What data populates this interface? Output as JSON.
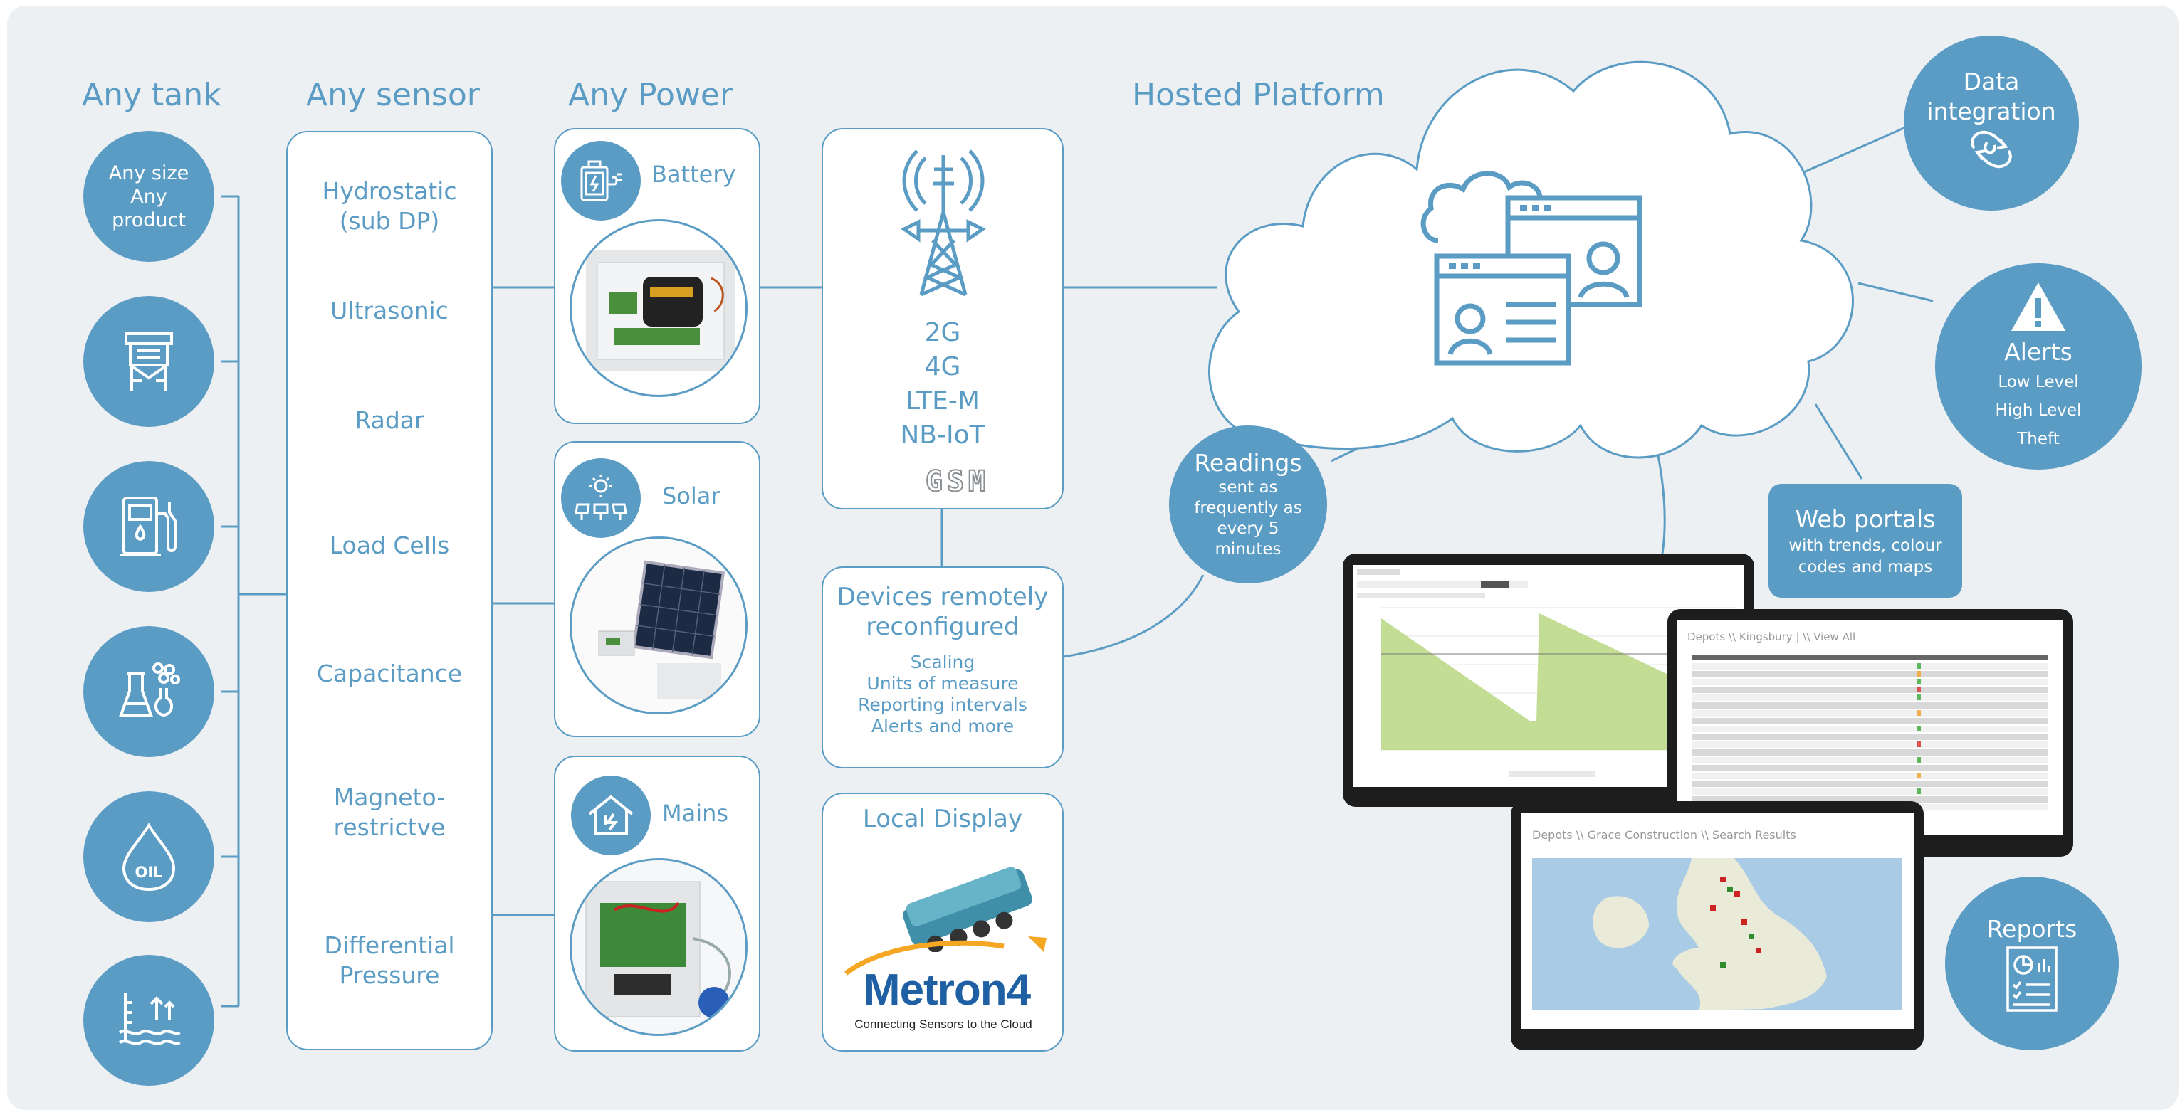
{
  "headings": {
    "any_tank": "Any tank",
    "any_sensor": "Any sensor",
    "any_power": "Any Power",
    "hosted_platform": "Hosted Platform"
  },
  "tanks": {
    "first_lines": [
      "Any size",
      "Any",
      "product"
    ],
    "icons": [
      "tank-size-icon",
      "storage-tank-icon",
      "fuel-pump-icon",
      "chemical-flask-icon",
      "oil-drop-icon",
      "water-level-icon"
    ],
    "oil_label": "OIL"
  },
  "sensors": [
    [
      "Hydrostatic",
      "(sub DP)"
    ],
    [
      "Ultrasonic"
    ],
    [
      "Radar"
    ],
    [
      "Load Cells"
    ],
    [
      "Capacitance"
    ],
    [
      "Magneto-",
      "restrictve"
    ],
    [
      "Differential",
      "Pressure"
    ]
  ],
  "power": {
    "battery": "Battery",
    "solar": "Solar",
    "mains": "Mains"
  },
  "network": {
    "lines": [
      "2G",
      "4G",
      "LTE-M",
      "NB-IoT"
    ],
    "gsm": "GSM"
  },
  "remote": {
    "title": [
      "Devices remotely",
      "reconfigured"
    ],
    "items": [
      "Scaling",
      "Units of measure",
      "Reporting intervals",
      "Alerts and more"
    ]
  },
  "local_display": {
    "title": "Local Display",
    "brand_a": "Metr",
    "brand_b": "n4",
    "tagline": "Connecting Sensors to the Cloud"
  },
  "readings": {
    "title": "Readings",
    "lines": [
      "sent as",
      "frequently as",
      "every 5",
      "minutes"
    ]
  },
  "data_integration": [
    "Data",
    "integration"
  ],
  "alerts": {
    "title": "Alerts",
    "items": [
      "Low Level",
      "High Level",
      "Theft"
    ]
  },
  "web_portals": {
    "title": "Web portals",
    "lines": [
      "with trends, colour",
      "codes and maps"
    ]
  },
  "reports": "Reports",
  "screens": {
    "depots_kingsbury": "Depots \\\\ Kingsbury  |  \\\\ View All",
    "depots_grace": "Depots \\\\ Grace Construction \\\\ Search Results"
  },
  "colors": {
    "brand_blue": "#5b9cc5",
    "background": "#edf0f3",
    "chart_green": "#bcd98a",
    "metron_blue": "#1f5fa3",
    "metron_orange": "#f5a623"
  }
}
